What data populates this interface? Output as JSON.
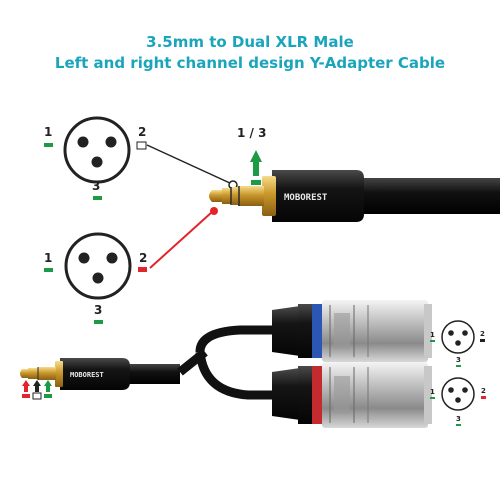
{
  "title": {
    "line1": "3.5mm to Dual XLR Male",
    "line2": "Left and right channel design Y-Adapter Cable"
  },
  "colors": {
    "title": "#1aa5bd",
    "left_marker": "#1e9a47",
    "right_marker": "#e0262a",
    "ground_marker": "#222222",
    "blue_band": "#2d56b4",
    "red_band": "#c42b2f"
  },
  "connector_top": {
    "pin1": "1",
    "pin2": "2",
    "pin3": "3"
  },
  "connector_bottom": {
    "pin1": "1",
    "pin2": "2",
    "pin3": "3"
  },
  "jack_label": "1 / 3",
  "brand": "MOBOREST",
  "inset_top": {
    "pin1": "1",
    "pin2": "2",
    "pin3": "3"
  },
  "inset_bottom": {
    "pin1": "1",
    "pin2": "2",
    "pin3": "3"
  }
}
